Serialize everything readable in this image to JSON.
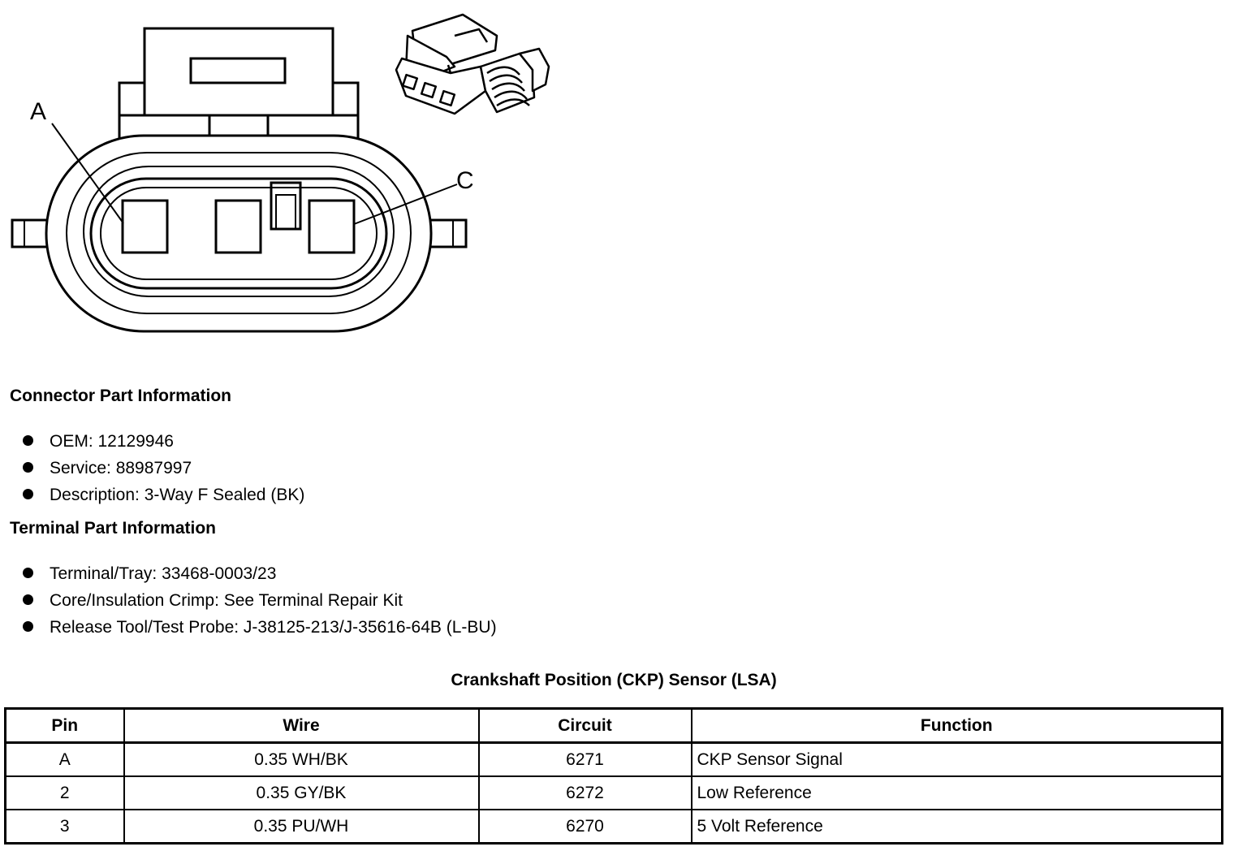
{
  "diagram": {
    "callout_a": "A",
    "callout_c": "C",
    "connector_face_name": "connector-face-view",
    "connector_iso_name": "connector-isometric-view"
  },
  "connector_part": {
    "title": "Connector Part Information",
    "items": [
      "OEM: 12129946",
      "Service: 88987997",
      "Description: 3-Way F Sealed (BK)"
    ]
  },
  "terminal_part": {
    "title": "Terminal Part Information",
    "items": [
      "Terminal/Tray: 33468-0003/23",
      "Core/Insulation Crimp: See Terminal Repair Kit",
      "Release Tool/Test Probe: J-38125-213/J-35616-64B (L-BU)"
    ]
  },
  "table": {
    "title": "Crankshaft Position (CKP) Sensor (LSA)",
    "headers": [
      "Pin",
      "Wire",
      "Circuit",
      "Function"
    ],
    "rows": [
      [
        "A",
        "0.35 WH/BK",
        "6271",
        "CKP Sensor Signal"
      ],
      [
        "2",
        "0.35 GY/BK",
        "6272",
        "Low Reference"
      ],
      [
        "3",
        "0.35 PU/WH",
        "6270",
        "5 Volt Reference"
      ]
    ]
  }
}
